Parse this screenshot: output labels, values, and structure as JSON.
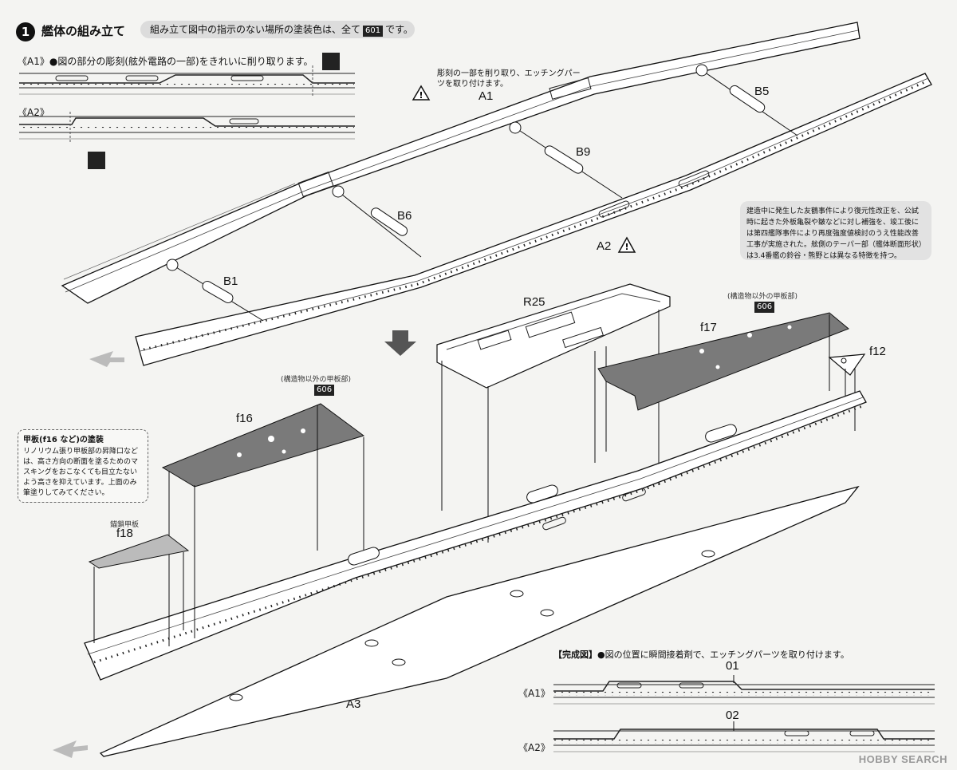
{
  "step": {
    "number": "1",
    "title": "艦体の組み立て",
    "instruction_pre": "組み立て図中の指示のない場所の塗装色は、全て",
    "instruction_code": "601",
    "instruction_post": "です。"
  },
  "detail_a1": {
    "tag": "《A1》",
    "text": "●図の部分の彫刻(舷外電路の一部)をきれいに削り取ります。"
  },
  "detail_a2": {
    "tag": "《A2》"
  },
  "etching_note": "彫刻の一部を削り取り、エッチングパーツを取り付けます。",
  "parts": {
    "a1": "A1",
    "a2": "A2",
    "a3": "A3",
    "b1": "B1",
    "b5": "B5",
    "b6": "B6",
    "b9": "B9",
    "r25": "R25",
    "f12": "f12",
    "f16": "f16",
    "f17": "f17",
    "f18": "f18"
  },
  "deck_note_f17": {
    "text": "(構造物以外の甲板部)",
    "code": "606"
  },
  "deck_note_f16": {
    "text": "(構造物以外の甲板部)",
    "code": "606"
  },
  "f18_label": "錨鎖甲板",
  "info_box": "建造中に発生した友鶴事件により復元性改正を、公試時に起きた外板亀裂や皺などに対し補強を、竣工後には第四艦隊事件により再度強度値検討のうえ性能改善工事が実施された。舷側のテーパー部（艦体断面形状）は3.4番艦の鈴谷・熊野とは異なる特徴を持つ。",
  "paint_box": {
    "title": "甲板(f16 など)の塗装",
    "text": "リノリウム張り甲板部の昇降口などは、高さ方向の断面を塗るためのマスキングをおこなくても目立たないよう高さを抑えています。上面のみ筆塗りしてみてください。"
  },
  "completed": {
    "title": "【完成図】",
    "text": "●図の位置に瞬間接着剤で、エッチングパーツを取り付けます。",
    "a1_tag": "《A1》",
    "a2_tag": "《A2》",
    "o1": "01",
    "o2": "02"
  },
  "watermark": "HOBBY SEARCH",
  "colors": {
    "deck": "#7a7a7a",
    "hull": "#ffffff",
    "ink": "#111111",
    "arrow": "#555555",
    "tint": "#dcdcdc"
  }
}
